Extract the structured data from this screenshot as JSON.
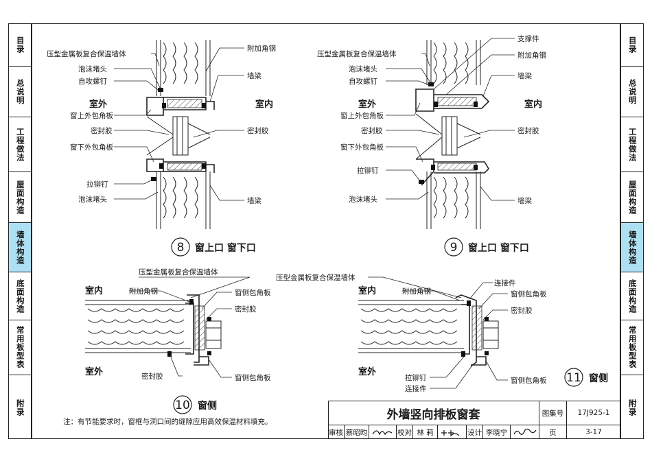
{
  "left_tabs": [
    "目录",
    "总说明",
    "工程做法",
    "屋面构造",
    "墙体构造",
    "底面构造",
    "常用板型表",
    "附录"
  ],
  "right_tabs": [
    "目录",
    "总说明",
    "工程做法",
    "屋面构造",
    "墙体构造",
    "底面构造",
    "常用板型表",
    "附录"
  ],
  "active_tab_index": 4,
  "figure8": {
    "num": "8",
    "caption": "窗上口 窗下口",
    "outside": "室外",
    "inside": "室内",
    "labels_left": [
      "压型金属板复合保温墙体",
      "泡沫堵头",
      "自攻螺钉",
      "窗上外包角板",
      "密封胶",
      "窗下外包角板",
      "拉铆钉",
      "泡沫堵头"
    ],
    "labels_right": [
      "附加角钢",
      "墙梁",
      "密封胶",
      "墙梁"
    ]
  },
  "figure9": {
    "num": "9",
    "caption": "窗上口 窗下口",
    "outside": "室外",
    "inside": "室内",
    "labels_left": [
      "压型金属板复合保温墙体",
      "泡沫堵头",
      "自攻螺钉",
      "窗上外包角板",
      "密封胶",
      "窗下外包角板",
      "拉铆钉",
      "泡沫堵头"
    ],
    "labels_right": [
      "支撑件",
      "附加角钢",
      "墙梁",
      "密封胶",
      "墙梁"
    ]
  },
  "figure10": {
    "num": "10",
    "caption": "窗侧",
    "inside": "室内",
    "outside": "室外",
    "labels": [
      "压型金属板复合保温墙体",
      "附加角钢",
      "窗侧包角板",
      "密封胶",
      "密封胶",
      "窗侧包角板"
    ]
  },
  "figure11": {
    "num": "11",
    "caption": "窗侧",
    "inside": "室内",
    "outside": "室外",
    "labels": [
      "压型金属板复合保温墙体",
      "附加角钢",
      "连接件",
      "窗侧包角板",
      "密封胶",
      "拉铆钉",
      "连接件",
      "窗侧包角板"
    ]
  },
  "note": "注：有节能要求时，窗框与洞口间的缝隙应用高效保温材料填充。",
  "title_block": {
    "title": "外墙竖向排板窗套",
    "atlas_label": "图集号",
    "atlas_no": "17J925-1",
    "page_label": "页",
    "page_no": "3-17",
    "review_label": "审核",
    "reviewer": "蔡昭昀",
    "check_label": "校对",
    "checker": "林 莉",
    "design_label": "设计",
    "designer": "李晓宁"
  }
}
